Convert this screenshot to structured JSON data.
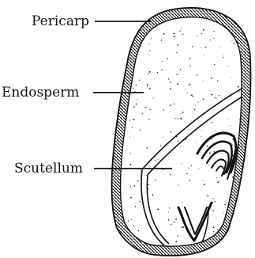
{
  "labels": {
    "pericarp": "Pericarp",
    "endosperm": "Endosperm",
    "scutellum": "Scutellum"
  }
}
